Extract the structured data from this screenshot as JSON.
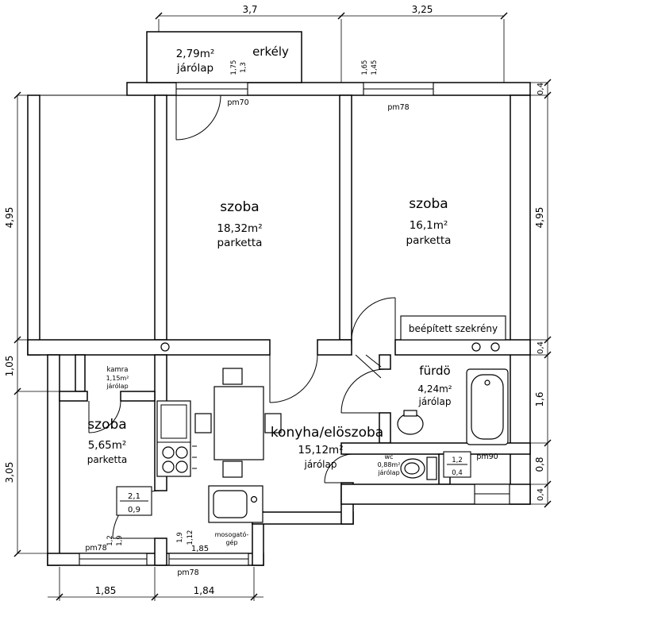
{
  "rooms": {
    "balcony": {
      "name": "erkély",
      "area": "2,79m²",
      "floor": "járólap"
    },
    "room_left": {
      "name": "szoba",
      "area": "18,32m²",
      "floor": "parketta"
    },
    "room_right": {
      "name": "szoba",
      "area": "16,1m²",
      "floor": "parketta"
    },
    "room_small": {
      "name": "szoba",
      "area": "5,65m²",
      "floor": "parketta"
    },
    "kitchen": {
      "name": "konyha/elöszoba",
      "area": "15,12m²",
      "floor": "járólap"
    },
    "bathroom": {
      "name": "fürdö",
      "area": "4,24m²",
      "floor": "járólap"
    },
    "pantry": {
      "name": "kamra",
      "area": "1,15m²",
      "floor": "járólap"
    },
    "wc": {
      "name": "wc",
      "area": "0,88m²",
      "floor": "járólap"
    },
    "closet": {
      "label": "beépített  szekrény"
    }
  },
  "dims": {
    "top": [
      "3,7",
      "3,25"
    ],
    "left": [
      "4,95",
      "1,05",
      "3,05"
    ],
    "right": [
      "0,4",
      "4,95",
      "0,4",
      "1,6",
      "0,8",
      "0,4"
    ],
    "bottom": [
      "1,85",
      "1,84"
    ],
    "balcony_door": [
      "1,75",
      "1,3"
    ],
    "right_window": [
      "1,65",
      "1,45"
    ],
    "small_room_door": [
      "2,1",
      "0,9"
    ],
    "sill_left": [
      "1,2",
      "1,9"
    ],
    "sill_mid": [
      "1,9",
      "1,12"
    ],
    "wc_door": [
      "1,2",
      "0,4"
    ],
    "kitchen_window": "1,85"
  },
  "marks": {
    "window_left": "pm70",
    "window_right": "pm78",
    "door_right": "pm90",
    "window_small_room": "pm78",
    "window_kitchen": "pm78"
  },
  "appliances": {
    "dishwasher_line1": "mosogató-",
    "dishwasher_line2": "gép"
  }
}
